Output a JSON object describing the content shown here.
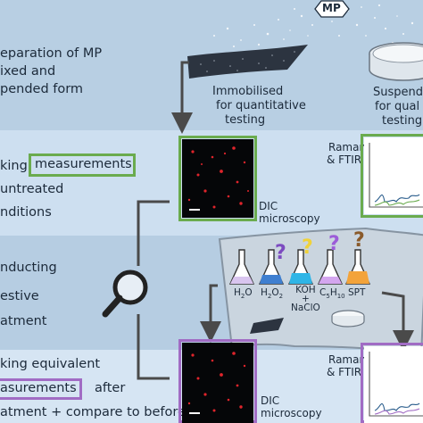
{
  "colors": {
    "band_top": "#b8cfe3",
    "band_mid": "#cddff0",
    "band_alt": "#b6cde2",
    "band_bottom": "#d6e5f3",
    "green": "#6aab4e",
    "purple": "#a16cc4",
    "arrow": "#4a4a4a",
    "text": "#1c2a3a",
    "dot_red": "#e0242b"
  },
  "header": {
    "mp_label": "MP"
  },
  "step1": {
    "line1": "eparation of MP",
    "line2": "ixed and",
    "line3": "pended form",
    "immobilised_line1": "Immobilised",
    "immobilised_line2": "for quantitative",
    "immobilised_line3": "testing",
    "suspended_line1": "Suspende",
    "suspended_line2": "for qual",
    "suspended_line3": "testing"
  },
  "step2": {
    "line1_prefix": "king",
    "measurements": "measurements",
    "line2": "untreated",
    "line3": "nditions",
    "dic_line1": "DIC",
    "dic_line2": "microscopy",
    "raman_line1": "Raman",
    "raman_line2": "& FTIR"
  },
  "step3": {
    "line1": "nducting",
    "line2": "estive",
    "line3": "atment",
    "reagents": [
      "H2O",
      "H2O2",
      "KOH + NaClO",
      "C5H10",
      "SPT"
    ]
  },
  "step4": {
    "line1": "king equivalent",
    "measurements": "asurements",
    "after": "after",
    "line3": "atment + compare to before",
    "dic_line1": "DIC",
    "dic_line2": "microscopy",
    "raman_line1": "Raman",
    "raman_line2": "& FTIR"
  },
  "icons": [
    "magnifier-icon",
    "arrow-icon",
    "flask-icon",
    "petri-dish-icon",
    "question-mark-icon",
    "spectrum-icon"
  ]
}
